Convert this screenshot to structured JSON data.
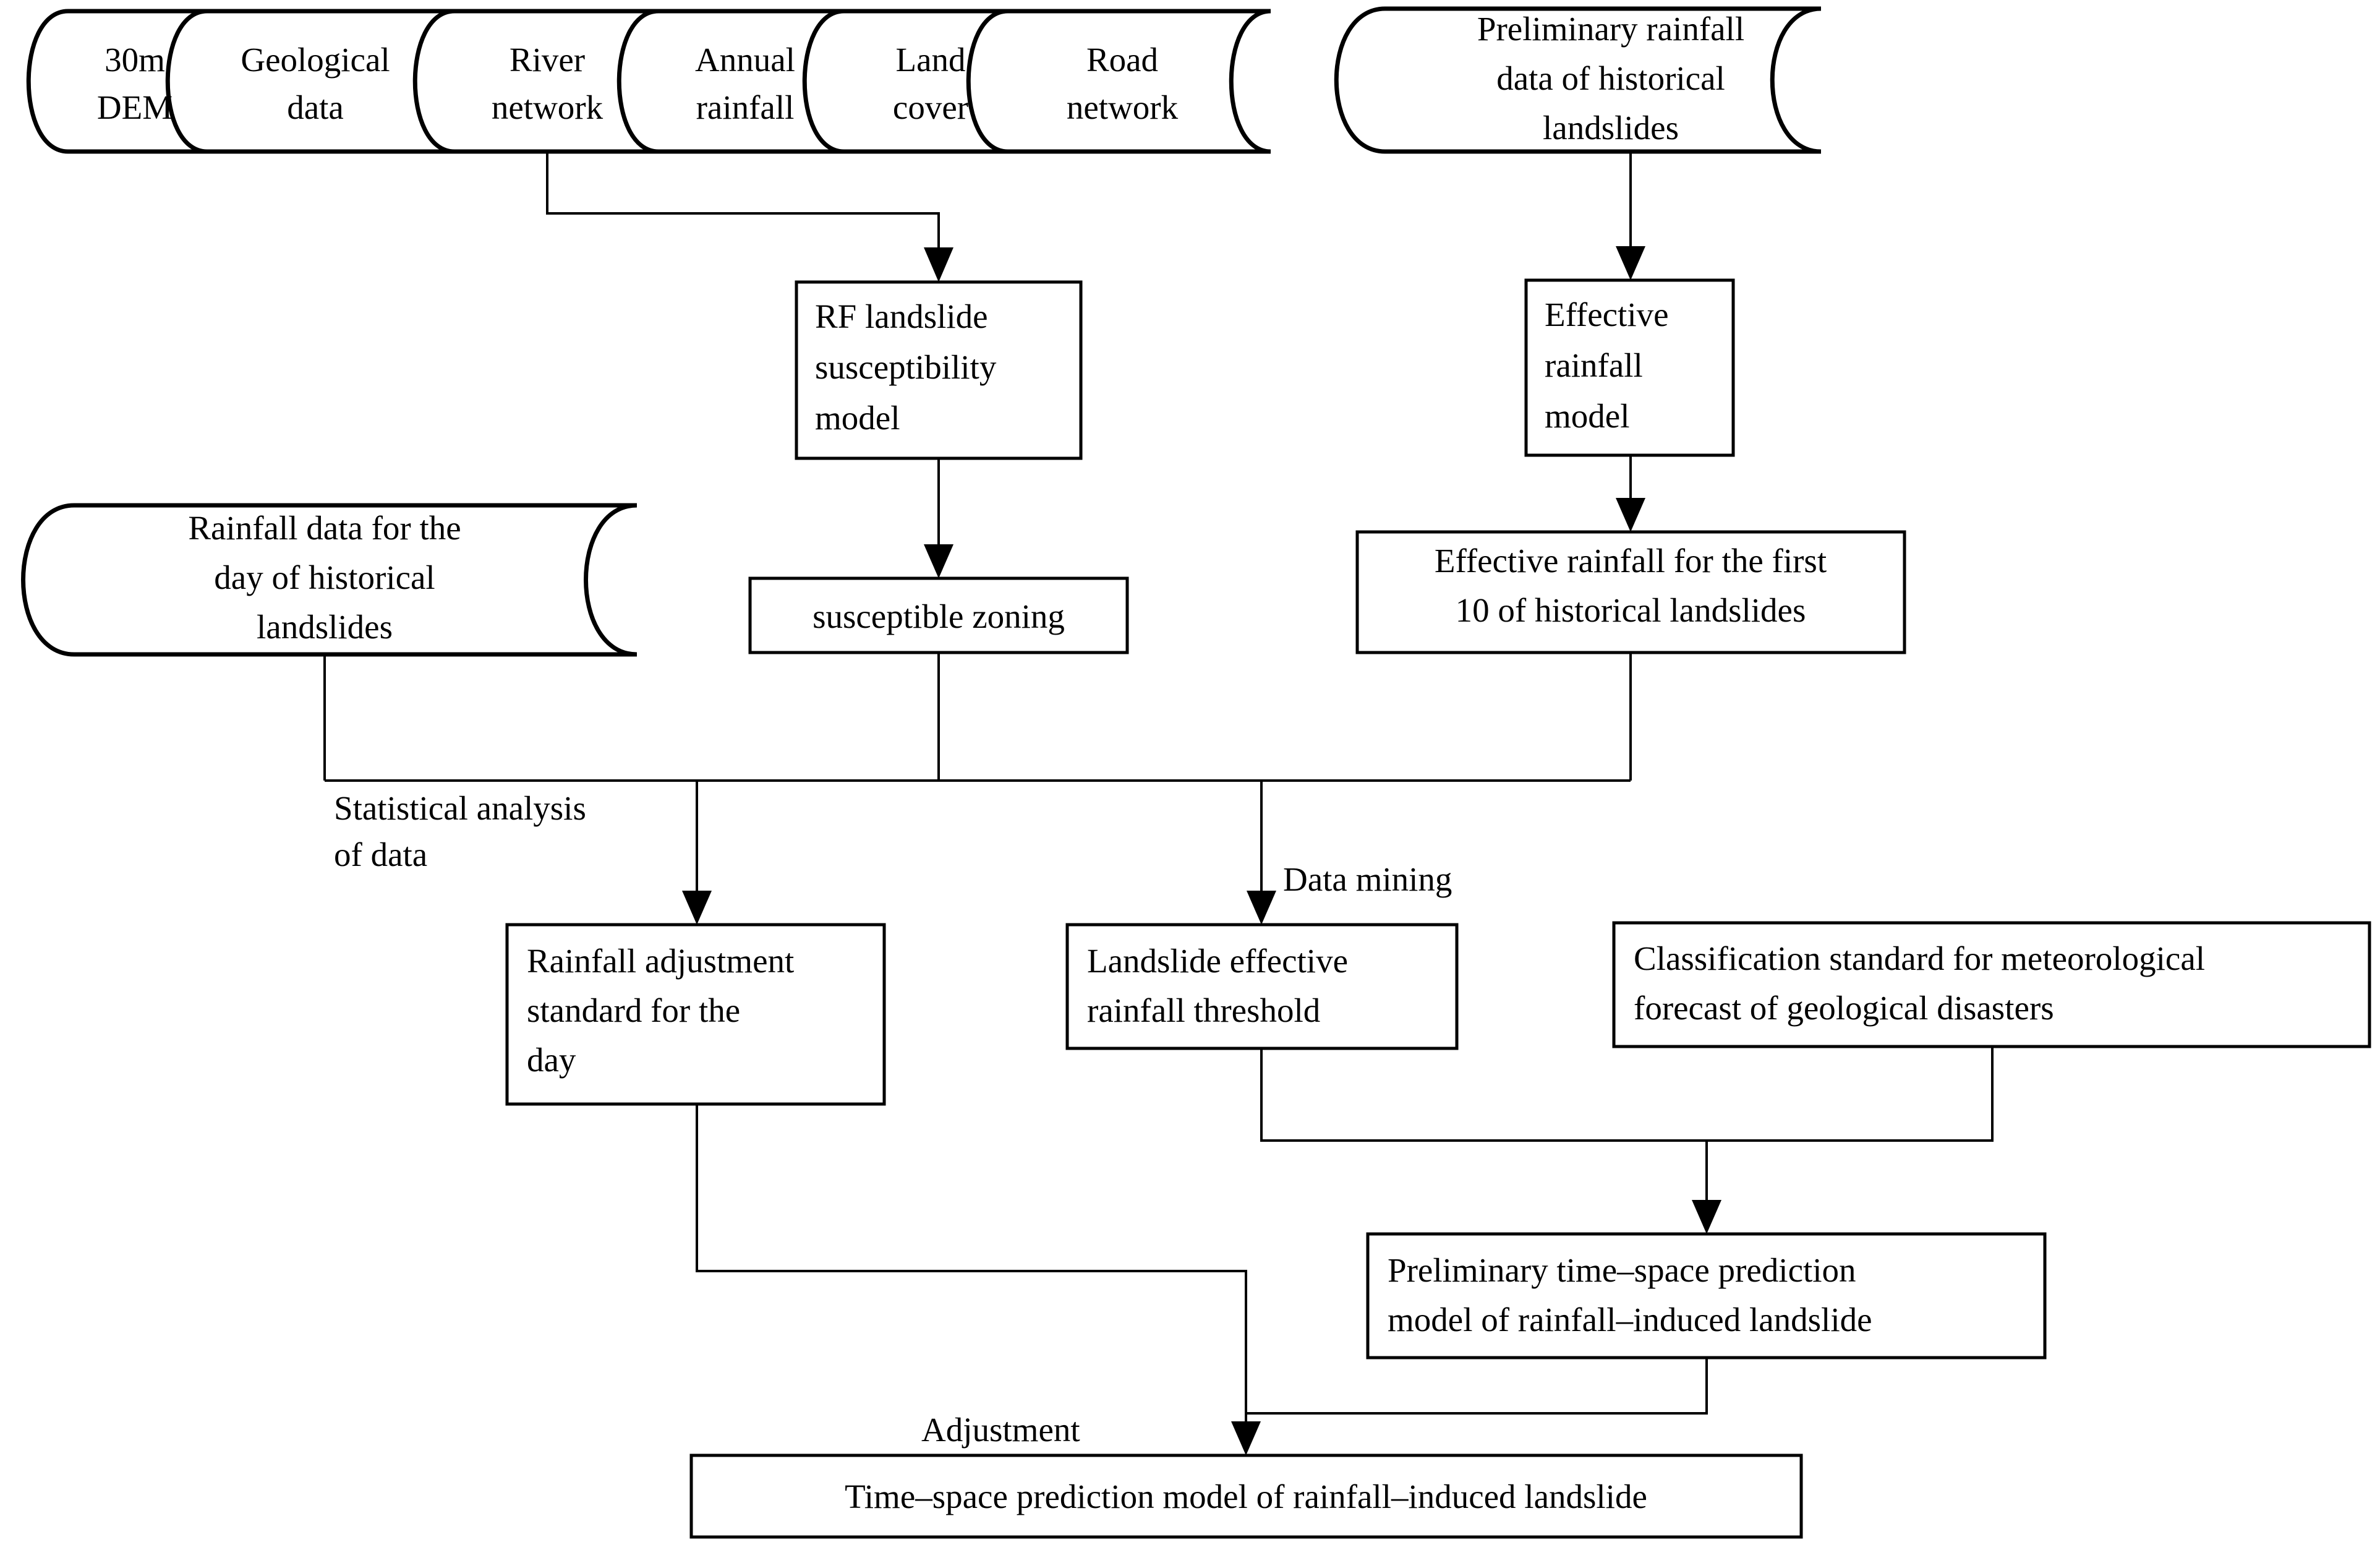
{
  "diagram": {
    "title": "Time-space prediction model of rainfall-induced landslide workflow",
    "type": "flowchart",
    "colors": {
      "background": "#ffffff",
      "stroke": "#000000",
      "fill": "#ffffff"
    },
    "data_sources_top": [
      {
        "id": "dem",
        "label_line1": "30m",
        "label_line2": "DEM"
      },
      {
        "id": "geology",
        "label_line1": "Geological",
        "label_line2": "data"
      },
      {
        "id": "river",
        "label_line1": "River",
        "label_line2": "network"
      },
      {
        "id": "rainfall",
        "label_line1": "Annual",
        "label_line2": "rainfall"
      },
      {
        "id": "landcover",
        "label_line1": "Land",
        "label_line2": "cover"
      },
      {
        "id": "road",
        "label_line1": "Road",
        "label_line2": "network"
      }
    ],
    "cylinders": [
      {
        "id": "preliminary-rainfall-data",
        "lines": [
          "Preliminary rainfall",
          "data of historical",
          "landslides"
        ]
      },
      {
        "id": "rainfall-day-data",
        "lines": [
          "Rainfall data for the",
          "day of historical",
          "landslides"
        ]
      }
    ],
    "boxes": [
      {
        "id": "rf-model",
        "lines": [
          "RF landslide",
          "susceptibility",
          "model"
        ],
        "align": "left"
      },
      {
        "id": "effective-rainfall-model",
        "lines": [
          "Effective",
          "rainfall",
          "model"
        ],
        "align": "left"
      },
      {
        "id": "susceptible-zoning",
        "lines": [
          "susceptible zoning"
        ],
        "align": "center"
      },
      {
        "id": "effective-rainfall-first10",
        "lines": [
          "Effective rainfall for the first",
          "10 of historical landslides"
        ],
        "align": "left"
      },
      {
        "id": "rainfall-adjustment-standard",
        "lines": [
          "Rainfall adjustment",
          "standard for the",
          "day"
        ],
        "align": "left"
      },
      {
        "id": "landslide-threshold",
        "lines": [
          "Landslide effective",
          "rainfall threshold"
        ],
        "align": "left"
      },
      {
        "id": "classification-standard",
        "lines": [
          "Classification standard for meteorological",
          "forecast of geological disasters"
        ],
        "align": "left"
      },
      {
        "id": "preliminary-prediction-model",
        "lines": [
          "Preliminary time–space prediction",
          "model of rainfall–induced landslide"
        ],
        "align": "left"
      },
      {
        "id": "final-prediction-model",
        "lines": [
          "Time–space prediction model of rainfall–induced landslide"
        ],
        "align": "center"
      }
    ],
    "edge_labels": [
      {
        "id": "statistical-analysis",
        "lines": [
          "Statistical analysis",
          "of data"
        ]
      },
      {
        "id": "data-mining",
        "lines": [
          "Data mining"
        ]
      },
      {
        "id": "adjustment",
        "lines": [
          "Adjustment"
        ]
      }
    ]
  }
}
